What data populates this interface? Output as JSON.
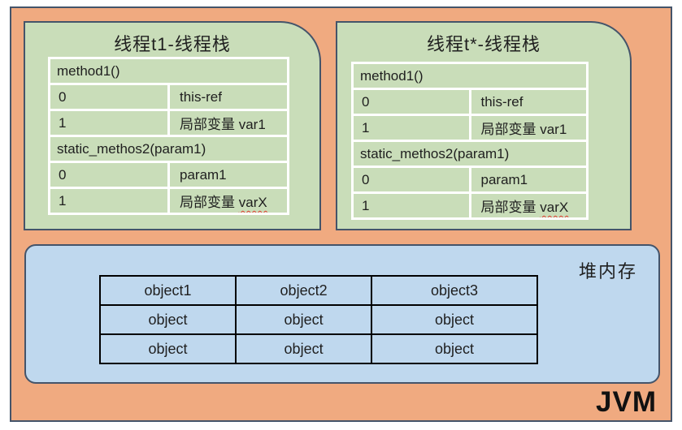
{
  "jvm_label": "JVM",
  "colors": {
    "jvm_fill": "#f0aa80",
    "stack_fill": "#c9ddb9",
    "heap_fill": "#bfd8ee",
    "outline": "#44546a",
    "stack_gridlines": "#ffffff",
    "heap_gridlines": "#000000",
    "spellcheck_squiggle": "#e03c31",
    "text": "#1f1f1f"
  },
  "thread_stacks": [
    {
      "title": "线程t1-线程栈",
      "frames": [
        {
          "type": "method",
          "label": "method1()"
        },
        {
          "type": "slot",
          "index": "0",
          "value": "this-ref"
        },
        {
          "type": "slot",
          "index": "1",
          "value": "局部变量 var1"
        },
        {
          "type": "method",
          "label": "static_methos2(param1)"
        },
        {
          "type": "slot",
          "index": "0",
          "value": "param1"
        },
        {
          "type": "slot",
          "index": "1",
          "value": "局部变量 ",
          "marked": "varX"
        }
      ]
    },
    {
      "title": "线程t*-线程栈",
      "frames": [
        {
          "type": "method",
          "label": "method1()"
        },
        {
          "type": "slot",
          "index": "0",
          "value": "this-ref"
        },
        {
          "type": "slot",
          "index": "1",
          "value": "局部变量 var1"
        },
        {
          "type": "method",
          "label": "static_methos2(param1)"
        },
        {
          "type": "slot",
          "index": "0",
          "value": "param1"
        },
        {
          "type": "slot",
          "index": "1",
          "value": "局部变量 ",
          "marked": "varX"
        }
      ]
    }
  ],
  "heap": {
    "label": "堆内存",
    "columns": [
      "object1",
      "object2",
      "object3"
    ],
    "rows": [
      [
        "object",
        "object",
        "object"
      ],
      [
        "object",
        "object",
        "object"
      ]
    ]
  }
}
